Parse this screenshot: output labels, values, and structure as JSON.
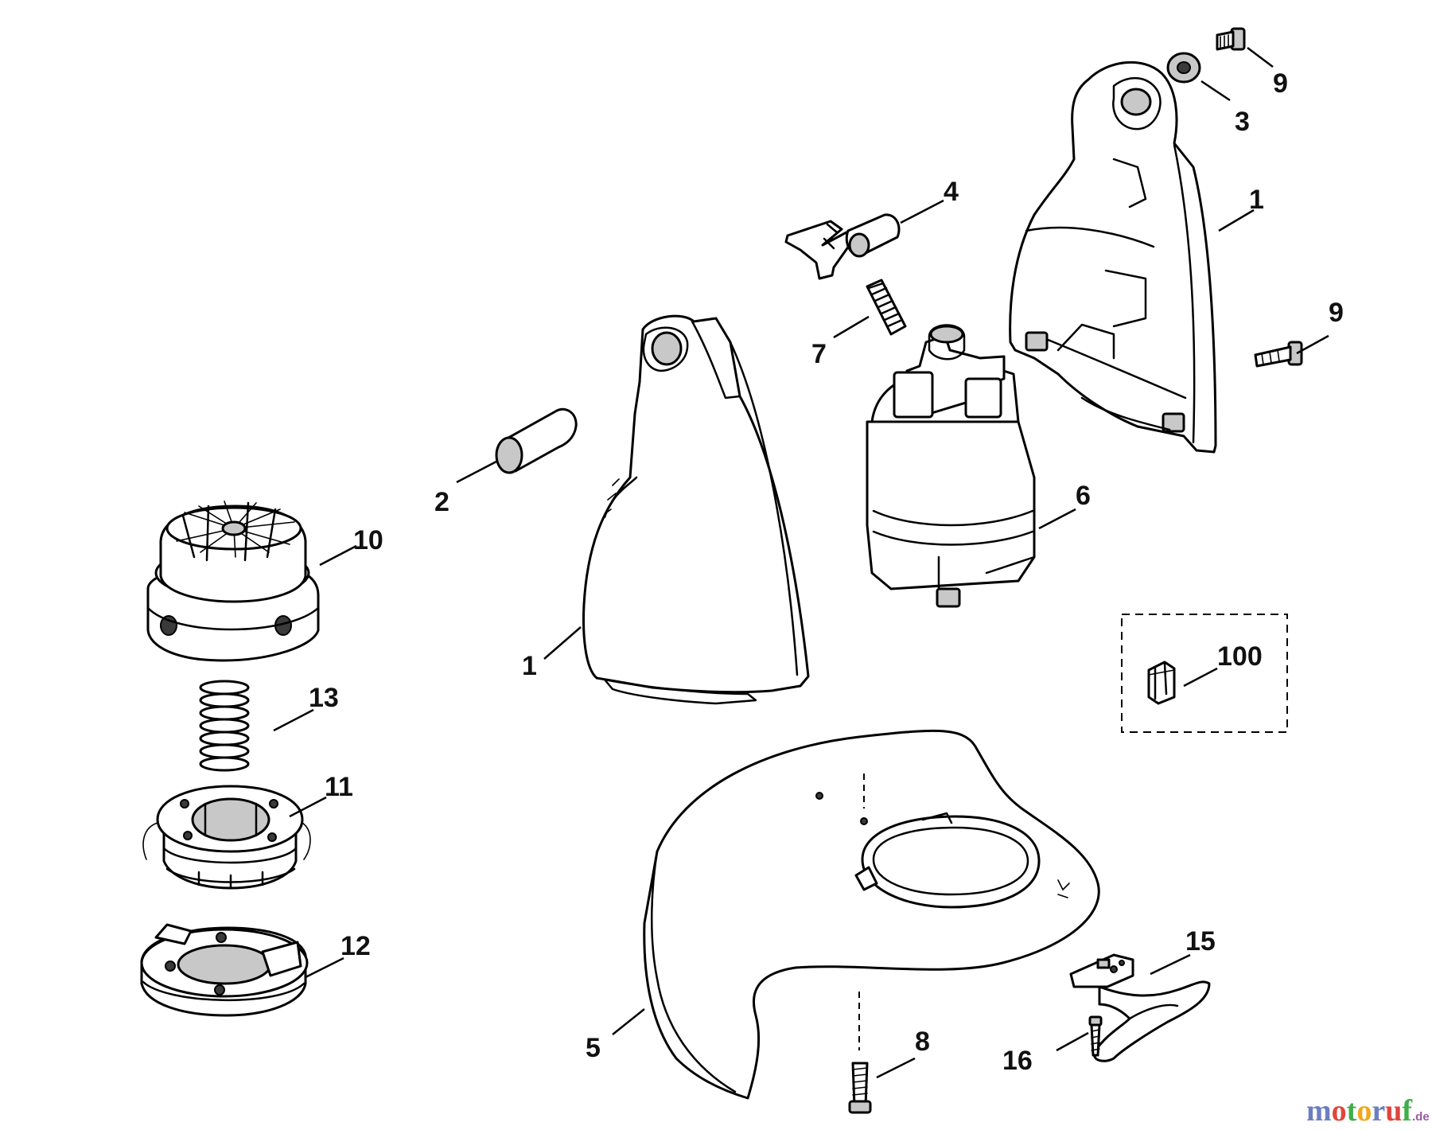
{
  "callouts": [
    {
      "id": "c9a",
      "text": "9"
    },
    {
      "id": "c3",
      "text": "3"
    },
    {
      "id": "c4",
      "text": "4"
    },
    {
      "id": "c1a",
      "text": "1"
    },
    {
      "id": "c9b",
      "text": "9"
    },
    {
      "id": "c7",
      "text": "7"
    },
    {
      "id": "c2",
      "text": "2"
    },
    {
      "id": "c6",
      "text": "6"
    },
    {
      "id": "c10",
      "text": "10"
    },
    {
      "id": "c1b",
      "text": "1"
    },
    {
      "id": "c100",
      "text": "100"
    },
    {
      "id": "c13",
      "text": "13"
    },
    {
      "id": "c11",
      "text": "11"
    },
    {
      "id": "c12",
      "text": "12"
    },
    {
      "id": "c15",
      "text": "15"
    },
    {
      "id": "c8",
      "text": "8"
    },
    {
      "id": "c5",
      "text": "5"
    },
    {
      "id": "c16",
      "text": "16"
    }
  ],
  "watermark": {
    "letters": [
      "m",
      "o",
      "t",
      "o",
      "r",
      "u",
      "f"
    ],
    "tld": ".de",
    "colors": [
      "#6b7fc0",
      "#e0453c",
      "#3fae4a",
      "#f0a81c",
      "#6b7fc0",
      "#e0453c",
      "#3fae4a"
    ]
  }
}
